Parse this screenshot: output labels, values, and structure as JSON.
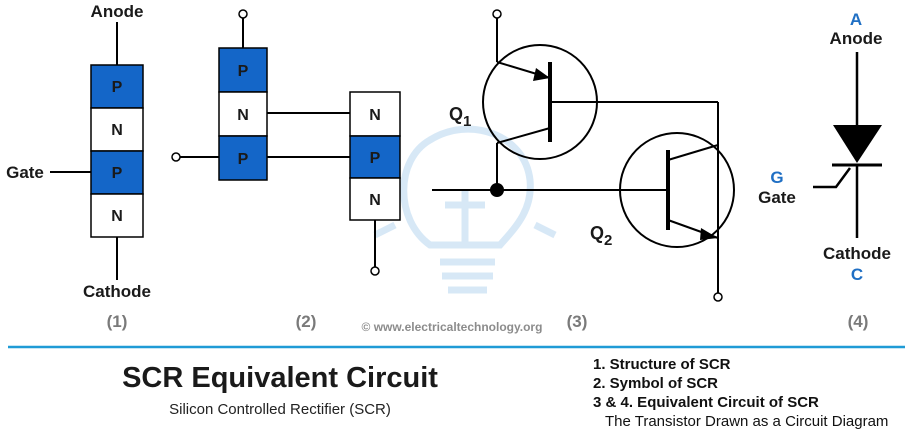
{
  "colors": {
    "p_fill": "#1466c8",
    "n_fill": "#ffffff",
    "accent": "#1f9bd6",
    "label_blue": "#1f6fc4"
  },
  "fig1": {
    "anode": "Anode",
    "gate": "Gate",
    "cathode": "Cathode",
    "layers": [
      "P",
      "N",
      "P",
      "N"
    ],
    "number": "(1)"
  },
  "fig2": {
    "left_layers": [
      "P",
      "N",
      "P"
    ],
    "right_layers": [
      "N",
      "P",
      "N"
    ],
    "number": "(2)"
  },
  "fig3": {
    "q1": "Q",
    "q1_sub": "1",
    "q2": "Q",
    "q2_sub": "2",
    "number": "(3)"
  },
  "fig4": {
    "a": "A",
    "anode": "Anode",
    "g": "G",
    "gate": "Gate",
    "cathode": "Cathode",
    "c": "C",
    "number": "(4)"
  },
  "watermark": "© www.electricaltechnology.org",
  "title": "SCR Equivalent Circuit",
  "subtitle": "Silicon Controlled Rectifier (SCR)",
  "legend": {
    "item1": "1. Structure of SCR",
    "item2": "2. Symbol of SCR",
    "item3": "3 & 4. Equivalent Circuit of SCR",
    "note": "The Transistor Drawn as a Circuit Diagram"
  }
}
